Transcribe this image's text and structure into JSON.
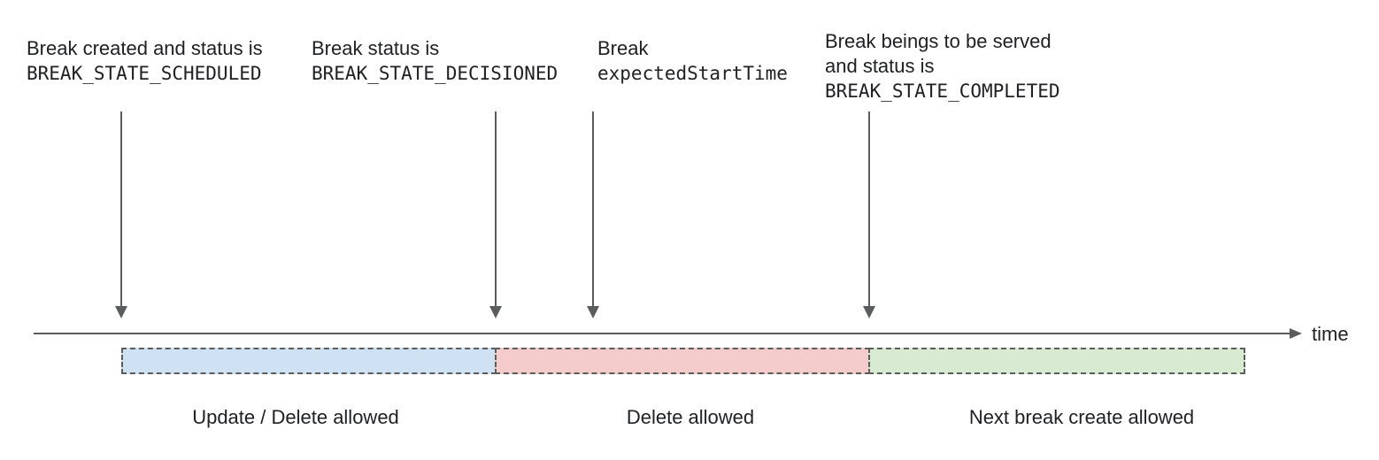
{
  "diagram": {
    "annotations": [
      {
        "lines": [
          "Break created and status is",
          "BREAK_STATE_SCHEDULED"
        ]
      },
      {
        "lines": [
          "Break status is",
          "BREAK_STATE_DECISIONED"
        ]
      },
      {
        "lines": [
          "Break",
          "expectedStartTime"
        ]
      },
      {
        "lines": [
          "Break beings to be served",
          "and status is",
          "BREAK_STATE_COMPLETED"
        ]
      }
    ],
    "timeline": {
      "axis_label": "time"
    },
    "segments": [
      {
        "label": "Update / Delete allowed",
        "fill": "#cfe2f3"
      },
      {
        "label": "Delete allowed",
        "fill": "#f4cccc"
      },
      {
        "label": "Next break create allowed",
        "fill": "#d9ead3"
      }
    ],
    "colors": {
      "arrow": "#5a5c5e",
      "segment_border": "#5c5c5c",
      "text": "#202124"
    }
  }
}
